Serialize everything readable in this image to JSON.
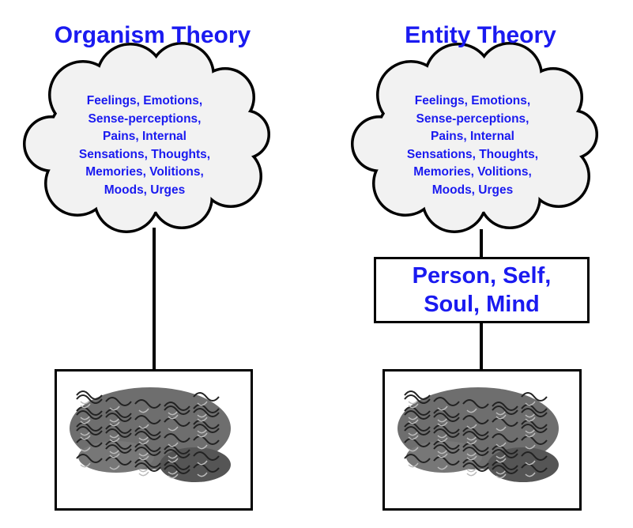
{
  "organism": {
    "title": "Organism Theory",
    "cloud_lines": [
      "Feelings, Emotions,",
      "Sense-perceptions,",
      "Pains, Internal",
      "Sensations, Thoughts,",
      "Memories, Volitions,",
      "Moods, Urges"
    ]
  },
  "entity": {
    "title": "Entity Theory",
    "cloud_lines": [
      "Feelings, Emotions,",
      "Sense-perceptions,",
      "Pains, Internal",
      "Sensations, Thoughts,",
      "Memories, Volitions,",
      "Moods, Urges"
    ],
    "box_lines": [
      "Person, Self,",
      "Soul, Mind"
    ]
  },
  "colors": {
    "text": "#1a1af0",
    "cloud_fill": "#f2f2f2"
  }
}
